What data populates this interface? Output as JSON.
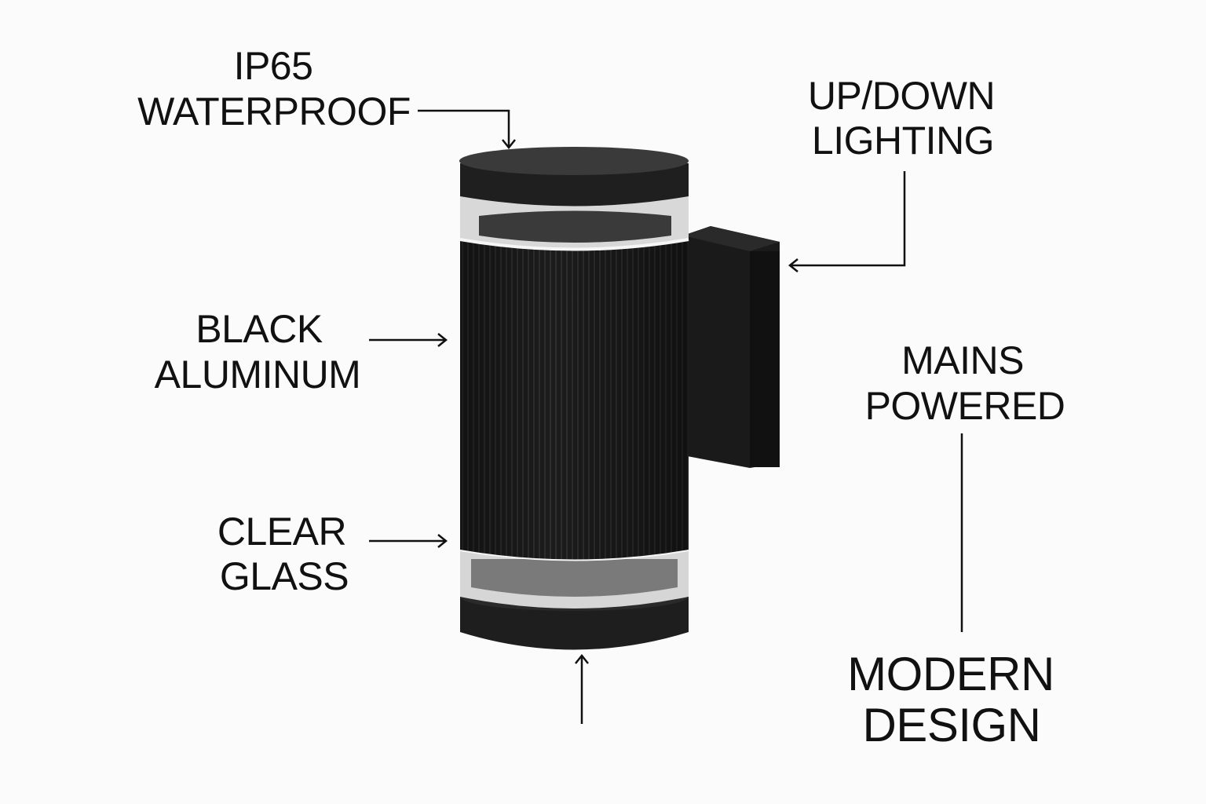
{
  "callouts": {
    "waterproof": {
      "line1": "IP65",
      "line2": "WATERPROOF"
    },
    "lighting": {
      "line1": "UP/DOWN",
      "line2": "LIGHTING"
    },
    "material": {
      "line1": "BLACK",
      "line2": "ALUMINUM"
    },
    "glass": {
      "line1": "CLEAR",
      "line2": "GLASS"
    },
    "power": {
      "line1": "MAINS",
      "line2": "POWERED"
    },
    "design": {
      "line1": "MODERN",
      "line2": "DESIGN"
    }
  },
  "colors": {
    "body": "#1c1c1c",
    "cap": "#222222",
    "glass": "#d8d8d8",
    "line": "#111111",
    "background": "#fbfbfb"
  }
}
